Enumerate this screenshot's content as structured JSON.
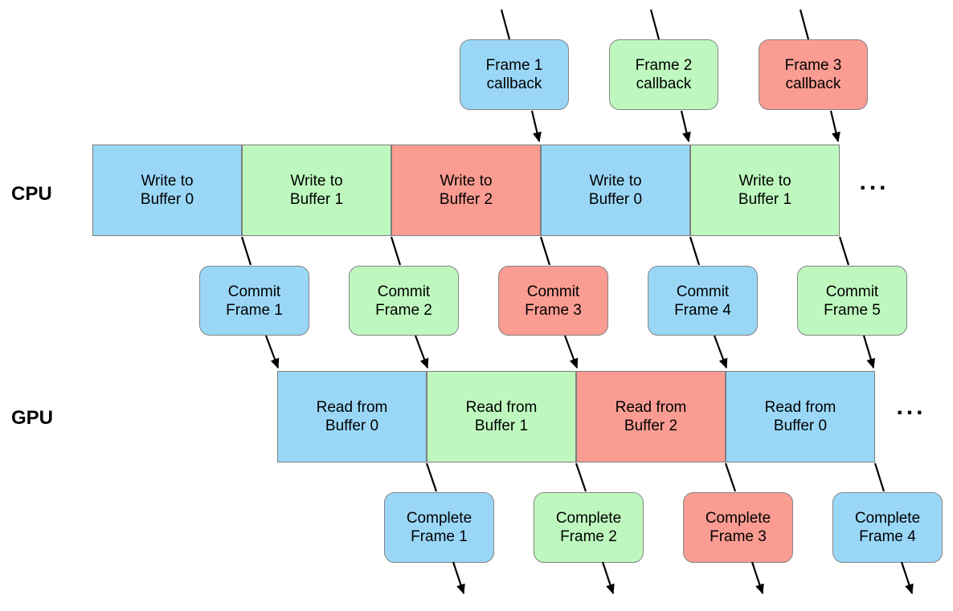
{
  "diagram": {
    "side_labels": {
      "cpu": "CPU",
      "gpu": "GPU"
    },
    "ellipsis": {
      "cpu": "...",
      "gpu": "..."
    },
    "palette": {
      "blue": "#9AD7F7",
      "green": "#BEF8BE",
      "red": "#FA9C92",
      "bar_border": "#7E7E7E",
      "box_border": "#848484",
      "arrow": "#000000"
    },
    "callback_boxes": [
      {
        "text": "Frame 1\ncallback",
        "color": "blue"
      },
      {
        "text": "Frame 2\ncallback",
        "color": "green"
      },
      {
        "text": "Frame 3\ncallback",
        "color": "red"
      }
    ],
    "cpu_segments": [
      {
        "text": "Write to\nBuffer 0",
        "color": "blue"
      },
      {
        "text": "Write to\nBuffer 1",
        "color": "green"
      },
      {
        "text": "Write to\nBuffer 2",
        "color": "red"
      },
      {
        "text": "Write to\nBuffer 0",
        "color": "blue"
      },
      {
        "text": "Write to\nBuffer 1",
        "color": "green"
      }
    ],
    "commit_boxes": [
      {
        "text": "Commit\nFrame 1",
        "color": "blue"
      },
      {
        "text": "Commit\nFrame 2",
        "color": "green"
      },
      {
        "text": "Commit\nFrame 3",
        "color": "red"
      },
      {
        "text": "Commit\nFrame 4",
        "color": "blue"
      },
      {
        "text": "Commit\nFrame 5",
        "color": "green"
      }
    ],
    "gpu_segments": [
      {
        "text": "Read from\nBuffer 0",
        "color": "blue"
      },
      {
        "text": "Read from\nBuffer 1",
        "color": "green"
      },
      {
        "text": "Read from\nBuffer 2",
        "color": "red"
      },
      {
        "text": "Read from\nBuffer 0",
        "color": "blue"
      }
    ],
    "complete_boxes": [
      {
        "text": "Complete\nFrame 1",
        "color": "blue"
      },
      {
        "text": "Complete\nFrame 2",
        "color": "green"
      },
      {
        "text": "Complete\nFrame 3",
        "color": "red"
      },
      {
        "text": "Complete\nFrame 4",
        "color": "blue"
      }
    ]
  }
}
